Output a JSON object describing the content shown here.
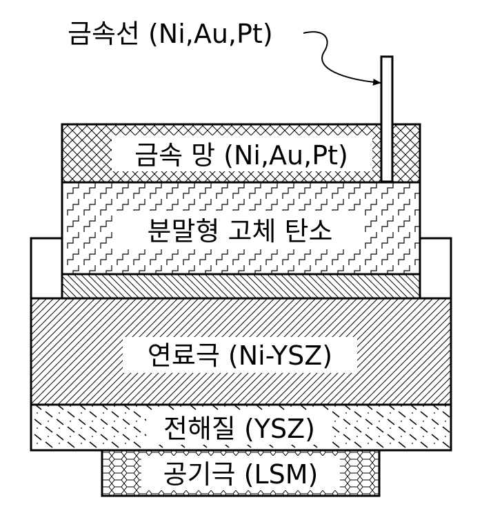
{
  "labels": {
    "wire": "금속선 (Ni,Au,Pt)",
    "mesh": "금속 망 (Ni,Au,Pt)",
    "carbon": "분말형 고체 탄소",
    "anode": "연료극 (Ni-YSZ)",
    "electrolyte": "전해질 (YSZ)",
    "cathode": "공기극 (LSM)"
  },
  "colors": {
    "line": "#000000",
    "background": "#ffffff"
  }
}
